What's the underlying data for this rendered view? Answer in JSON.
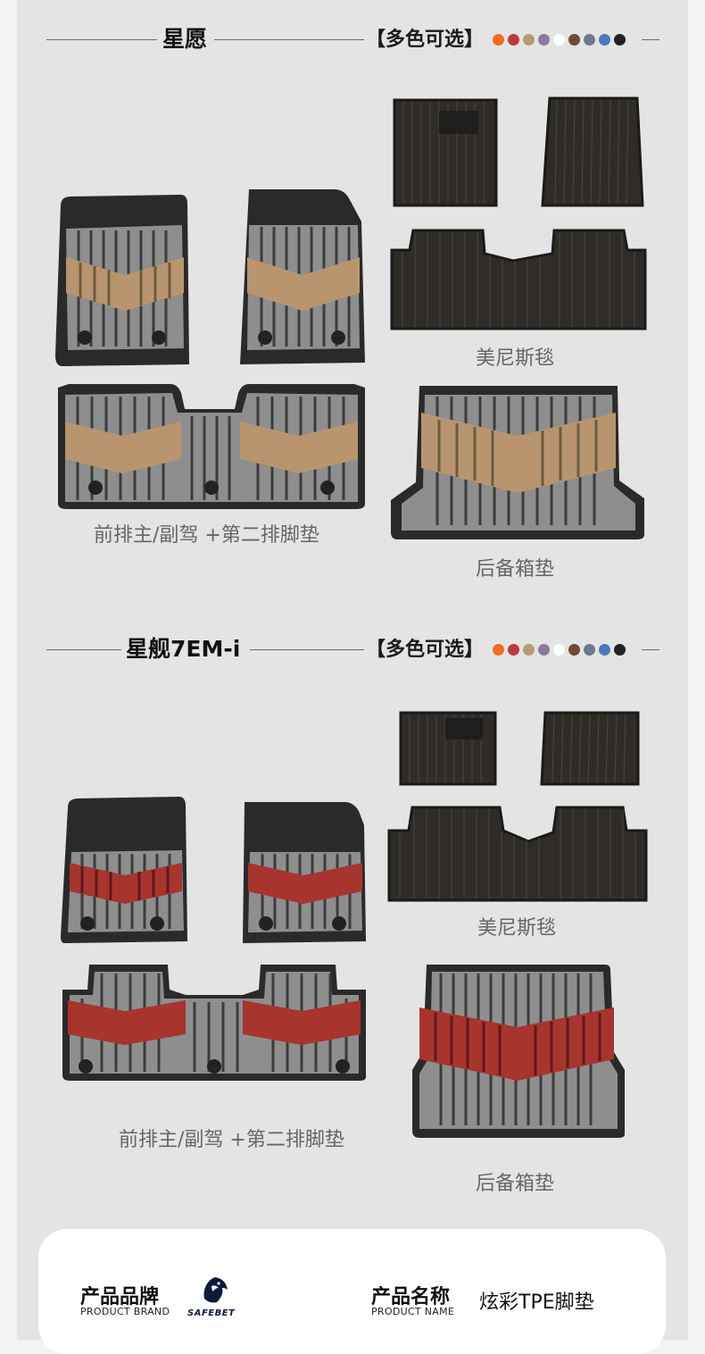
{
  "sections": [
    {
      "title": "星愿",
      "colors_label": "【多色可选】",
      "captions": {
        "carpet": "美尼斯毯",
        "front_rear": "前排主/副驾 +第二排脚垫",
        "trunk": "后备箱垫"
      },
      "accent_color": "#b8956e"
    },
    {
      "title": "星舰7EM-i",
      "colors_label": "【多色可选】",
      "captions": {
        "carpet": "美尼斯毯",
        "front_rear": "前排主/副驾 +第二排脚垫",
        "trunk": "后备箱垫"
      },
      "accent_color": "#a8342e"
    }
  ],
  "swatch_colors": [
    "#ef6b2a",
    "#c0383c",
    "#b89a74",
    "#8c7a9c",
    "#ffffff",
    "#6e4a3a",
    "#6b7b8c",
    "#4a78c0",
    "#222222"
  ],
  "footer": {
    "brand_cn": "产品品牌",
    "brand_en": "PRODUCT BRAND",
    "logo_text": "SAFEBET",
    "name_cn": "产品名称",
    "name_en": "PRODUCT NAME",
    "name_value": "炫彩TPE脚垫"
  },
  "icons": {
    "logo": "safebet-bird-logo-icon"
  }
}
